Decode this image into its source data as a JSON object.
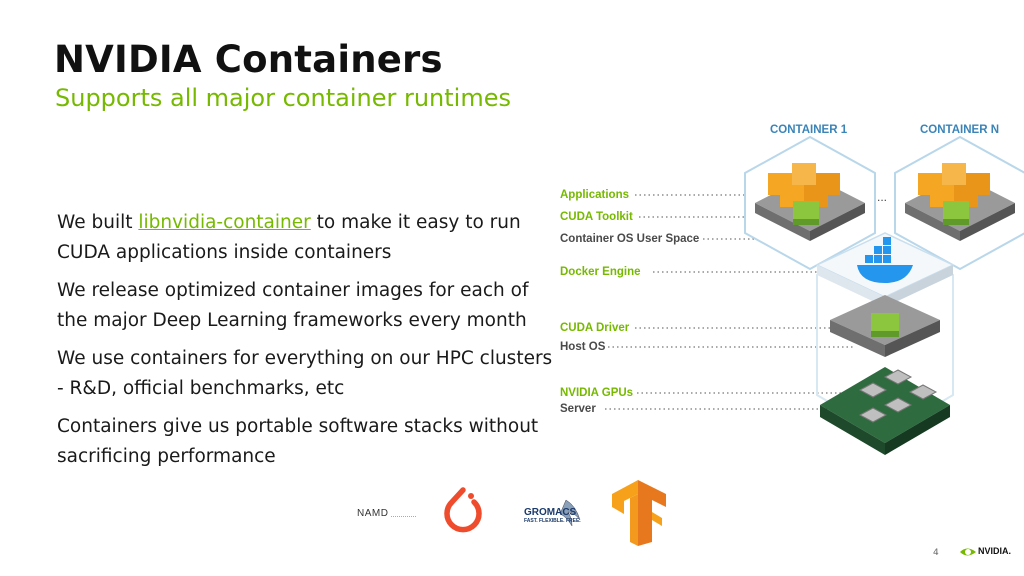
{
  "header": {
    "title": "NVIDIA Containers",
    "subtitle": "Supports all major container runtimes"
  },
  "bullets": [
    {
      "pre": "We built ",
      "link": "libnvidia-container",
      "post": " to make it easy to run CUDA applications inside containers"
    },
    {
      "text": "We release optimized container images for each of the major Deep Learning frameworks every month"
    },
    {
      "text": "We use containers for everything on our HPC clusters - R&D, official benchmarks, etc"
    },
    {
      "text": "Containers give us portable software stacks without sacrificing performance"
    }
  ],
  "diagram": {
    "container_1": "CONTAINER 1",
    "container_n": "CONTAINER N",
    "ellipsis": "...",
    "layers": {
      "applications": "Applications",
      "cuda_toolkit": "CUDA Toolkit",
      "container_os": "Container OS User Space",
      "docker_engine": "Docker Engine",
      "cuda_driver": "CUDA Driver",
      "host_os": "Host OS",
      "nvidia_gpus": "NVIDIA GPUs",
      "server": "Server"
    },
    "colors": {
      "green": "#76b900",
      "orange": "#f5a623",
      "dark_green": "#2f5d3a",
      "gray": "#8a8a8a",
      "docker_blue": "#2496ed"
    }
  },
  "logos": {
    "namd": "NAMD",
    "pytorch_icon": "pytorch-logo",
    "gromacs": "GROMACS",
    "gromacs_tagline": "FAST. FLEXIBLE. FREE.",
    "tensorflow_icon": "tensorflow-logo"
  },
  "footer": {
    "page_number": "4",
    "brand": "NVIDIA."
  }
}
